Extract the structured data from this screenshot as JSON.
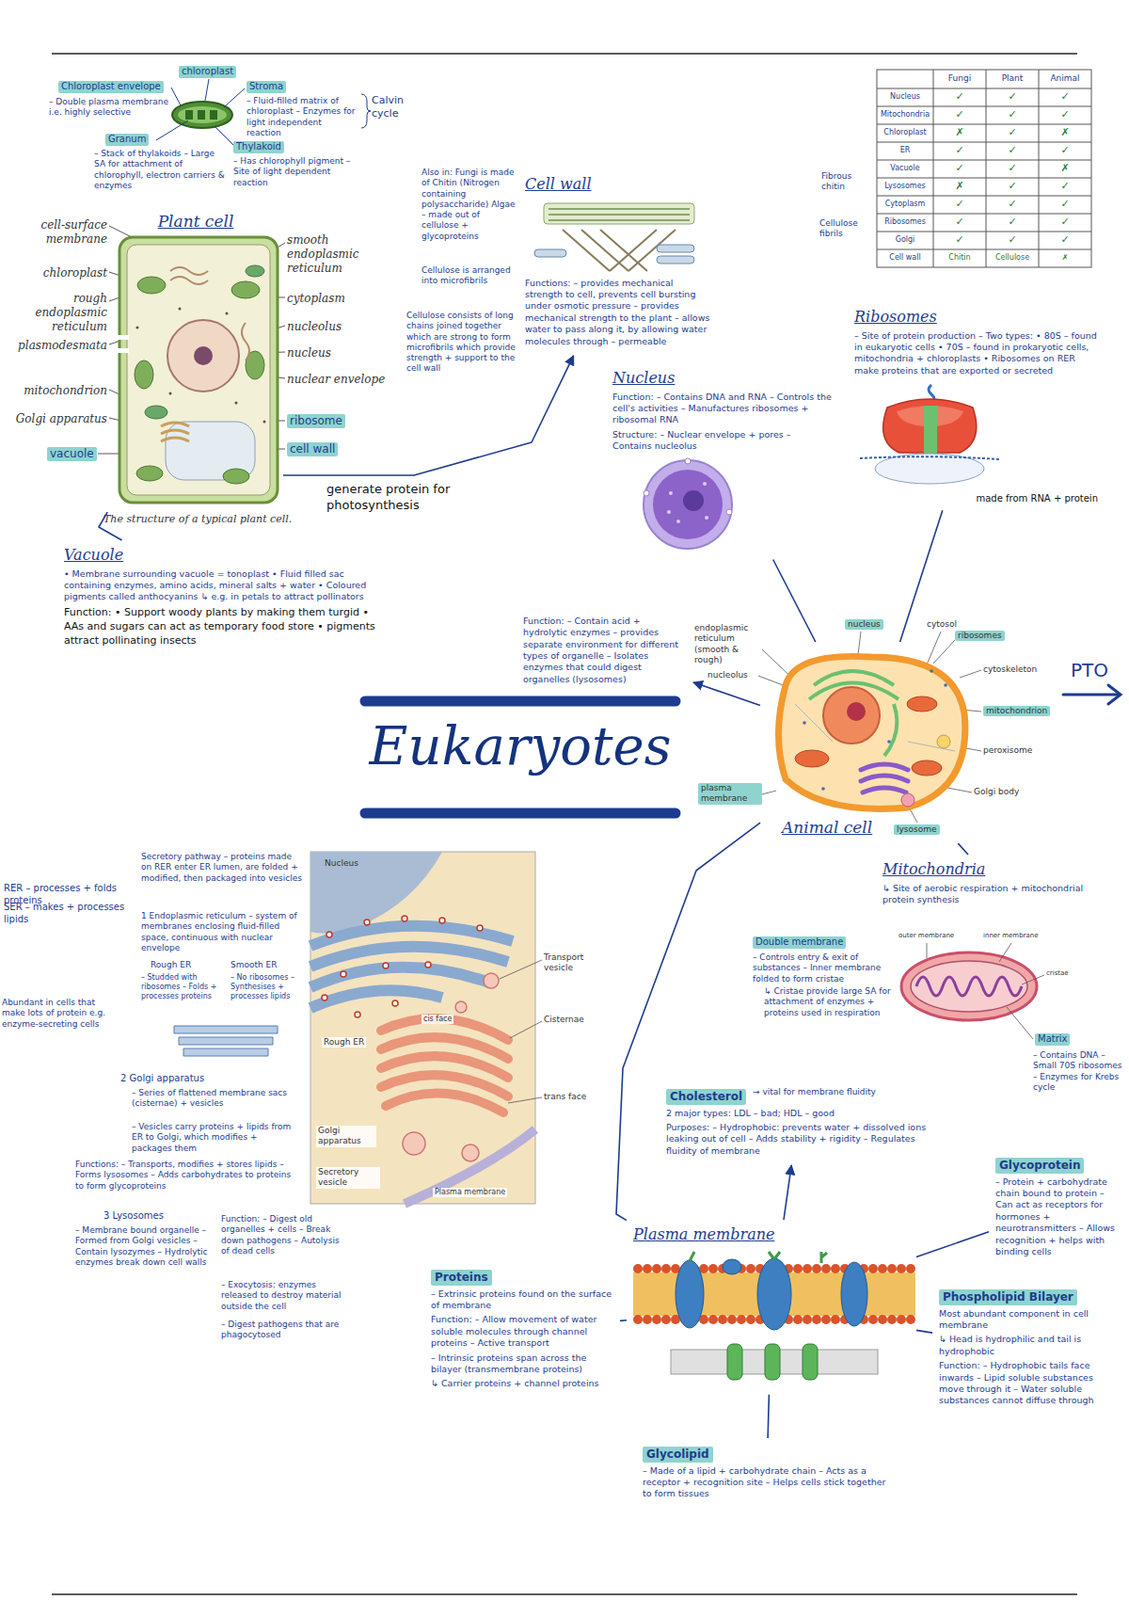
{
  "diagram": {
    "title": "Eukaryotes",
    "caption": "The structure of a typical plant cell.",
    "nodes": [
      {
        "text": [
          "Plant cell"
        ]
      },
      {
        "text": [
          "Cell wall",
          "Functions: – provides mechanical strength to cell, prevents cell bursting under osmotic pressure – provides mechanical strength to the plant – allows water to pass along it, by allowing water molecules through – permeable"
        ]
      },
      {
        "text": [
          "Vacuole",
          "• Membrane surrounding vacuole = tonoplast • Fluid filled sac containing enzymes, amino acids, mineral salts + water • Coloured pigments called anthocyanins ↳ e.g. in petals to attract pollinators",
          "Function: • Support woody plants by making them turgid • AAs and sugars can act as temporary food store • pigments attract pollinating insects"
        ]
      },
      {
        "text": [
          "Nucleus",
          "Function: – Contains DNA and RNA – Controls the cell's activities – Manufactures ribosomes + ribosomal RNA",
          "Structure: – Nuclear envelope + pores – Contains nucleolus"
        ]
      },
      {
        "text": [
          "Ribosomes",
          "– Site of protein production – Two types: • 80S – found in eukaryotic cells • 70S – found in prokaryotic cells, mitochondria + chloroplasts • Ribosomes on RER make proteins that are exported or secreted",
          "made from RNA + protein"
        ]
      },
      {
        "text": [
          "Function: – Contain acid + hydrolytic enzymes – provides separate environment for different types of organelle – Isolates enzymes that could digest organelles (lysosomes)"
        ]
      },
      {
        "text": [
          "Animal cell"
        ]
      },
      {
        "text": [
          "Mitochondria",
          "↳ Site of aerobic respiration + mitochondrial protein synthesis"
        ]
      },
      {
        "text": [
          "Cholesterol",
          "2 major types: LDL – bad; HDL – good",
          "Purposes: – Hydrophobic: prevents water + dissolved ions leaking out of cell – Adds stability + rigidity – Regulates fluidity of membrane"
        ]
      },
      {
        "text": [
          "Glycoprotein",
          "– Protein + carbohydrate chain bound to protein – Can act as receptors for hormones + neurotransmitters – Allows recognition + helps with binding cells"
        ]
      },
      {
        "text": [
          "Plasma membrane"
        ]
      },
      {
        "text": [
          "Proteins",
          "– Extrinsic proteins found on the surface of membrane",
          "Function: – Allow movement of water soluble molecules through channel proteins – Active transport",
          "– Intrinsic proteins span across the bilayer (transmembrane proteins)",
          "↳ Carrier proteins + channel proteins"
        ]
      },
      {
        "text": [
          "Phospholipid Bilayer",
          "Most abundant component in cell membrane",
          "↳ Head is hydrophilic and tail is hydrophobic",
          "Function: – Hydrophobic tails face inwards – Lipid soluble substances move through it – Water soluble substances cannot diffuse through"
        ]
      },
      {
        "text": [
          "Glycolipid",
          "– Made of a lipid + carbohydrate chain – Acts as a receptor + recognition site – Helps cells stick together to form tissues"
        ]
      }
    ],
    "edges": [
      {
        "from": 0,
        "to": 1,
        "arrow": "to",
        "label": "generate protein for photosynthesis"
      },
      {
        "from": 0,
        "to": 2,
        "arrow": "none"
      },
      {
        "from": 6,
        "to": 3,
        "arrow": "none"
      },
      {
        "from": 6,
        "to": 4,
        "arrow": "none"
      },
      {
        "from": 6,
        "to": 5,
        "arrow": "to"
      },
      {
        "from": 6,
        "to": 7,
        "arrow": "none"
      },
      {
        "from": 6,
        "to": 10,
        "arrow": "none"
      },
      {
        "from": 10,
        "to": 11,
        "arrow": "none"
      },
      {
        "from": 10,
        "to": 8,
        "arrow": "to"
      },
      {
        "from": 10,
        "to": 9,
        "arrow": "none"
      },
      {
        "from": 10,
        "to": 12,
        "arrow": "none"
      },
      {
        "from": 10,
        "to": 13,
        "arrow": "none"
      }
    ],
    "labels": [
      "chloroplast",
      "Chloroplast envelope",
      "– Double plasma membrane i.e. highly selective",
      "Stroma",
      "– Fluid-filled matrix of chloroplast – Enzymes for light independent reaction",
      "Calvin cycle",
      "Granum",
      "– Stack of thylakoids – Large SA for attachment of chlorophyll, electron carriers & enzymes",
      "Thylakoid",
      "– Has chlorophyll pigment – Site of light dependent reaction",
      "cell-surface membrane",
      "chloroplast",
      "rough endoplasmic reticulum",
      "plasmodesmata",
      "mitochondrion",
      "Golgi apparatus",
      "vacuole",
      "smooth endoplasmic reticulum",
      "cytoplasm",
      "nucleolus",
      "nucleus",
      "nuclear envelope",
      "ribosome",
      "cell wall",
      "Also in: Fungi is made of Chitin (Nitrogen containing polysaccharide) Algae – made out of cellulose + glycoproteins",
      "Cellulose is arranged into microfibrils",
      "Cellulose consists of long chains joined together which are strong to form microfibrils which provide strength + support to the cell wall",
      "Fibrous chitin",
      "Cellulose fibrils",
      "PTO",
      "nucleus",
      "cytosol",
      "nucleolus",
      "endoplasmic reticulum (smooth & rough)",
      "ribosomes",
      "cytoskeleton",
      "mitochondrion",
      "peroxisome",
      "Golgi body",
      "lysosome",
      "plasma membrane",
      "Double membrane",
      "– Controls entry & exit of substances – Inner membrane folded to form cristae",
      "↳ Cristae provide large SA for attachment of enzymes + proteins used in respiration",
      "outer membrane",
      "inner membrane",
      "cristae",
      "Matrix",
      "– Contains DNA – Small 70S ribosomes – Enzymes for Krebs cycle",
      "→ vital for membrane fluidity",
      "Nucleus",
      "Rough ER",
      "cis face",
      "Transport vesicle",
      "Cisternae",
      "trans face",
      "Golgi apparatus",
      "Secretory vesicle",
      "Plasma membrane",
      "RER – processes + folds proteins",
      "SER – makes + processes lipids",
      "Secretory pathway – proteins made on RER enter ER lumen, are folded + modified, then packaged into vesicles",
      "1 Endoplasmic reticulum – system of membranes enclosing fluid-filled space, continuous with nuclear envelope",
      "Rough ER",
      "Smooth ER",
      "– Studded with ribosomes – Folds + processes proteins",
      "– No ribosomes – Synthesises + processes lipids",
      "Abundant in cells that make lots of protein e.g. enzyme-secreting cells",
      "2 Golgi apparatus",
      "– Series of flattened membrane sacs (cisternae) + vesicles",
      "– Vesicles carry proteins + lipids from ER to Golgi, which modifies + packages them",
      "Functions: – Transports, modifies + stores lipids – Forms lysosomes – Adds carbohydrates to proteins to form glycoproteins",
      "3 Lysosomes",
      "– Membrane bound organelle – Formed from Golgi vesicles – Contain lysozymes – Hydrolytic enzymes break down cell walls",
      "Function: – Digest old organelles + cells – Break down pathogens – Autolysis of dead cells",
      "– Exocytosis: enzymes released to destroy material outside the cell",
      "– Digest pathogens that are phagocytosed",
      "Fungi",
      "Plant",
      "Animal",
      "Nucleus",
      "✓",
      "✓",
      "✓",
      "Mitochondria",
      "✓",
      "✓",
      "✓",
      "Chloroplast",
      "✗",
      "✓",
      "✗",
      "ER",
      "✓",
      "✓",
      "✓",
      "Vacuole",
      "✓",
      "✓",
      "✗",
      "Lysosomes",
      "✗",
      "✓",
      "✓",
      "Cytoplasm",
      "✓",
      "✓",
      "✓",
      "Ribosomes",
      "✓",
      "✓",
      "✓",
      "Golgi",
      "✓",
      "✓",
      "✓",
      "Cell wall",
      "Chitin",
      "Cellulose",
      "✗"
    ]
  }
}
